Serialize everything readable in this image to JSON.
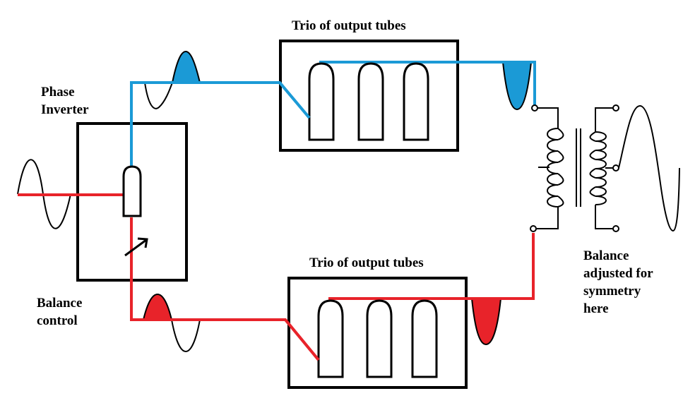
{
  "labels": {
    "phase_inverter": [
      "Phase",
      "Inverter"
    ],
    "top_tubes": "Trio of output tubes",
    "bottom_tubes": "Trio of output tubes",
    "balance_control": [
      "Balance",
      "control"
    ],
    "balance_note": [
      "Balance",
      "adjusted for",
      "symmetry",
      "here"
    ]
  },
  "colors": {
    "top_path": "#1b9ad6",
    "bottom_path": "#e8232a",
    "outline": "#000000"
  },
  "icons": [
    "sine-wave-icon",
    "vacuum-tube-icon",
    "transformer-icon",
    "adjust-arrow-icon"
  ]
}
